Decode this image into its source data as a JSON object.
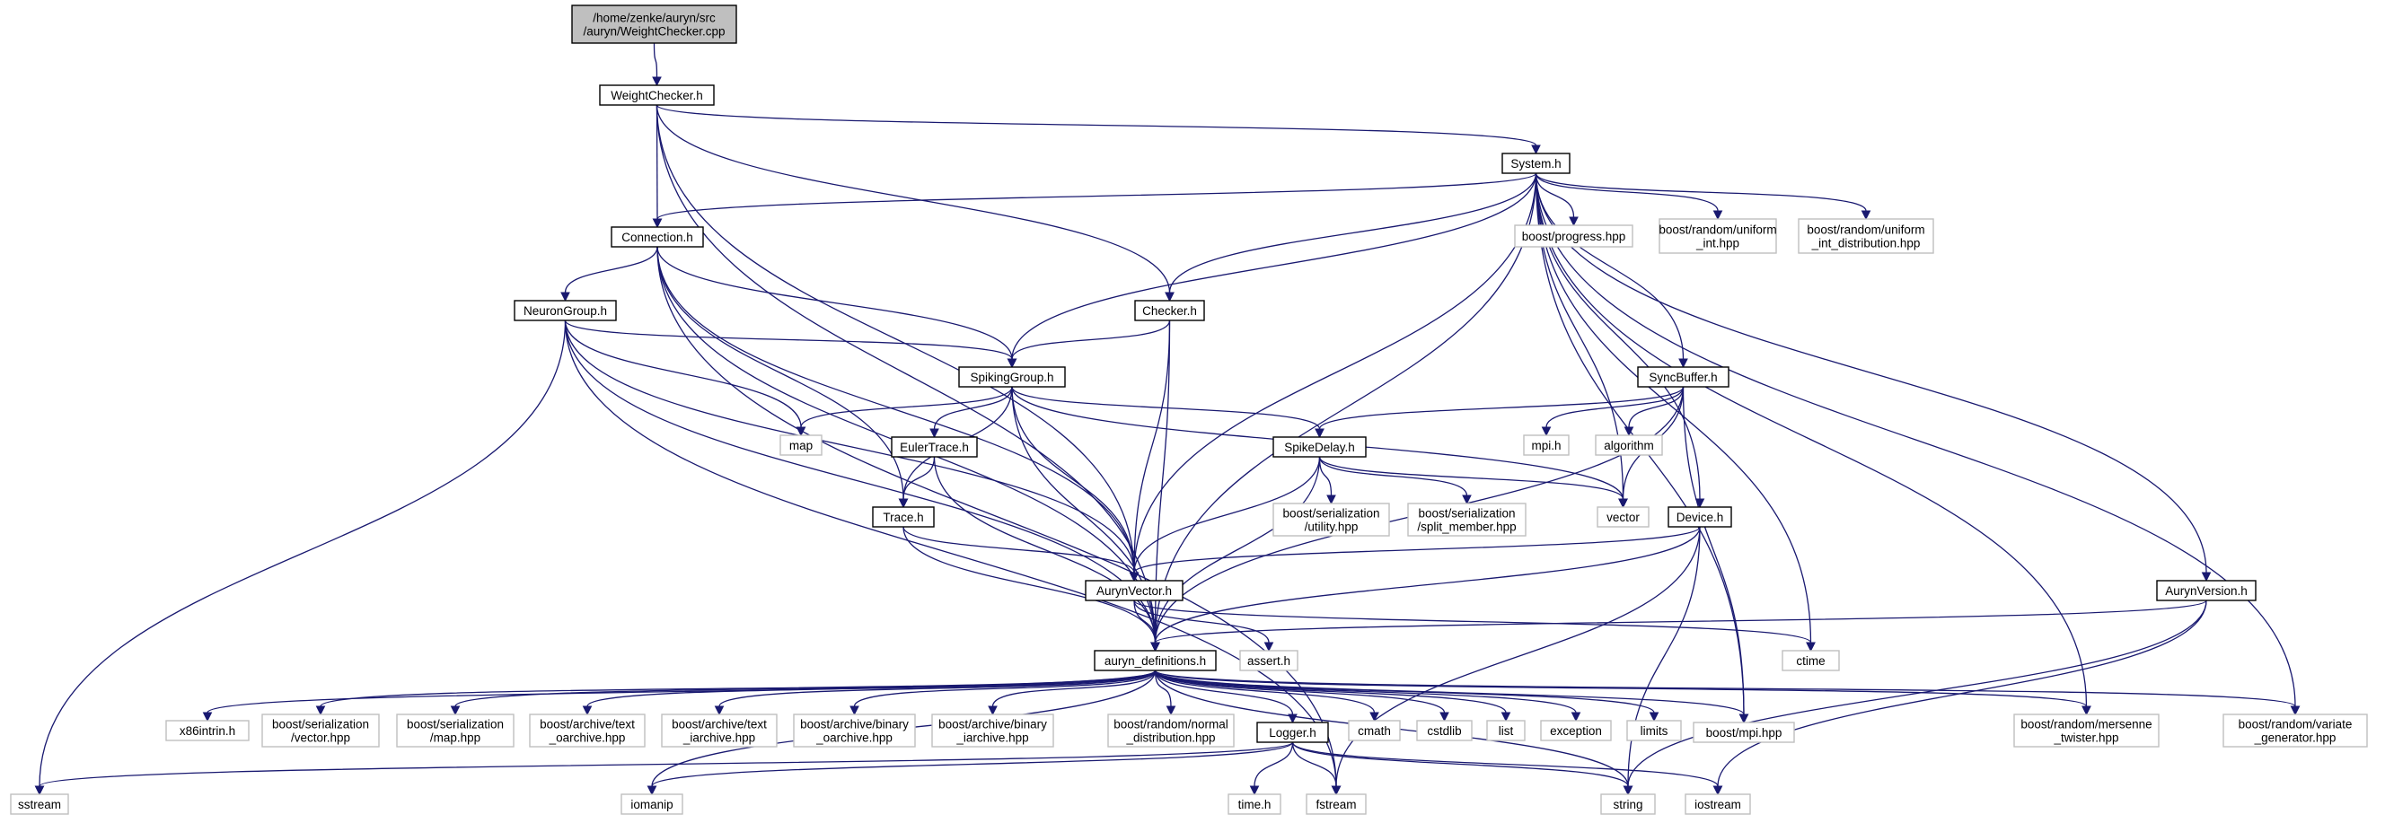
{
  "graph": {
    "nodes": [
      {
        "id": "n_root",
        "name": "weightchecker-cpp-node",
        "lines": [
          "/home/zenke/auryn/src",
          "/auryn/WeightChecker.cpp"
        ],
        "kind": "root"
      },
      {
        "id": "n_wch",
        "name": "weightchecker-h-node",
        "lines": [
          "WeightChecker.h"
        ],
        "kind": "doc"
      },
      {
        "id": "n_sys",
        "name": "system-h-node",
        "lines": [
          "System.h"
        ],
        "kind": "doc"
      },
      {
        "id": "n_conn",
        "name": "connection-h-node",
        "lines": [
          "Connection.h"
        ],
        "kind": "doc"
      },
      {
        "id": "n_ng",
        "name": "neurongroup-h-node",
        "lines": [
          "NeuronGroup.h"
        ],
        "kind": "doc"
      },
      {
        "id": "n_chk",
        "name": "checker-h-node",
        "lines": [
          "Checker.h"
        ],
        "kind": "doc"
      },
      {
        "id": "n_sg",
        "name": "spikinggroup-h-node",
        "lines": [
          "SpikingGroup.h"
        ],
        "kind": "doc"
      },
      {
        "id": "n_et",
        "name": "eulertrace-h-node",
        "lines": [
          "EulerTrace.h"
        ],
        "kind": "doc"
      },
      {
        "id": "n_tr",
        "name": "trace-h-node",
        "lines": [
          "Trace.h"
        ],
        "kind": "doc"
      },
      {
        "id": "n_sd",
        "name": "spikedelay-h-node",
        "lines": [
          "SpikeDelay.h"
        ],
        "kind": "doc"
      },
      {
        "id": "n_sb",
        "name": "syncbuffer-h-node",
        "lines": [
          "SyncBuffer.h"
        ],
        "kind": "doc"
      },
      {
        "id": "n_dev",
        "name": "device-h-node",
        "lines": [
          "Device.h"
        ],
        "kind": "doc"
      },
      {
        "id": "n_av",
        "name": "aurynvector-h-node",
        "lines": [
          "AurynVector.h"
        ],
        "kind": "doc"
      },
      {
        "id": "n_aver",
        "name": "aurynversion-h-node",
        "lines": [
          "AurynVersion.h"
        ],
        "kind": "doc"
      },
      {
        "id": "n_def",
        "name": "auryn-definitions-h-node",
        "lines": [
          "auryn_definitions.h"
        ],
        "kind": "doc"
      },
      {
        "id": "n_log",
        "name": "logger-h-node",
        "lines": [
          "Logger.h"
        ],
        "kind": "doc"
      },
      {
        "id": "n_bprog",
        "name": "boost-progress-node",
        "lines": [
          "boost/progress.hpp"
        ],
        "kind": "ext"
      },
      {
        "id": "n_bui",
        "name": "boost-uniform-int-node",
        "lines": [
          "boost/random/uniform",
          "_int.hpp"
        ],
        "kind": "ext"
      },
      {
        "id": "n_buid",
        "name": "boost-uniform-int-distribution-node",
        "lines": [
          "boost/random/uniform",
          "_int_distribution.hpp"
        ],
        "kind": "ext"
      },
      {
        "id": "n_map",
        "name": "map-node",
        "lines": [
          "map"
        ],
        "kind": "ext"
      },
      {
        "id": "n_mpih",
        "name": "mpi-h-node",
        "lines": [
          "mpi.h"
        ],
        "kind": "ext"
      },
      {
        "id": "n_algo",
        "name": "algorithm-node",
        "lines": [
          "algorithm"
        ],
        "kind": "ext"
      },
      {
        "id": "n_bsu",
        "name": "boost-serialization-utility-node",
        "lines": [
          "boost/serialization",
          "/utility.hpp"
        ],
        "kind": "ext"
      },
      {
        "id": "n_bssm",
        "name": "boost-serialization-split-member-node",
        "lines": [
          "boost/serialization",
          "/split_member.hpp"
        ],
        "kind": "ext"
      },
      {
        "id": "n_vec",
        "name": "vector-node",
        "lines": [
          "vector"
        ],
        "kind": "ext"
      },
      {
        "id": "n_assert",
        "name": "assert-h-node",
        "lines": [
          "assert.h"
        ],
        "kind": "ext"
      },
      {
        "id": "n_ctime",
        "name": "ctime-node",
        "lines": [
          "ctime"
        ],
        "kind": "ext"
      },
      {
        "id": "n_x86",
        "name": "x86intrin-node",
        "lines": [
          "x86intrin.h"
        ],
        "kind": "ext"
      },
      {
        "id": "n_bsv",
        "name": "boost-serialization-vector-node",
        "lines": [
          "boost/serialization",
          "/vector.hpp"
        ],
        "kind": "ext"
      },
      {
        "id": "n_bsmap",
        "name": "boost-serialization-map-node",
        "lines": [
          "boost/serialization",
          "/map.hpp"
        ],
        "kind": "ext"
      },
      {
        "id": "n_bato",
        "name": "boost-archive-text-oarchive-node",
        "lines": [
          "boost/archive/text",
          "_oarchive.hpp"
        ],
        "kind": "ext"
      },
      {
        "id": "n_bati",
        "name": "boost-archive-text-iarchive-node",
        "lines": [
          "boost/archive/text",
          "_iarchive.hpp"
        ],
        "kind": "ext"
      },
      {
        "id": "n_babo",
        "name": "boost-archive-binary-oarchive-node",
        "lines": [
          "boost/archive/binary",
          "_oarchive.hpp"
        ],
        "kind": "ext"
      },
      {
        "id": "n_babi",
        "name": "boost-archive-binary-iarchive-node",
        "lines": [
          "boost/archive/binary",
          "_iarchive.hpp"
        ],
        "kind": "ext"
      },
      {
        "id": "n_brnd",
        "name": "boost-random-normal-distribution-node",
        "lines": [
          "boost/random/normal",
          "_distribution.hpp"
        ],
        "kind": "ext"
      },
      {
        "id": "n_cmath",
        "name": "cmath-node",
        "lines": [
          "cmath"
        ],
        "kind": "ext"
      },
      {
        "id": "n_cstdlib",
        "name": "cstdlib-node",
        "lines": [
          "cstdlib"
        ],
        "kind": "ext"
      },
      {
        "id": "n_list",
        "name": "list-node",
        "lines": [
          "list"
        ],
        "kind": "ext"
      },
      {
        "id": "n_exc",
        "name": "exception-node",
        "lines": [
          "exception"
        ],
        "kind": "ext"
      },
      {
        "id": "n_lim",
        "name": "limits-node",
        "lines": [
          "limits"
        ],
        "kind": "ext"
      },
      {
        "id": "n_bmpi",
        "name": "boost-mpi-node",
        "lines": [
          "boost/mpi.hpp"
        ],
        "kind": "ext"
      },
      {
        "id": "n_bmt",
        "name": "boost-random-mersenne-twister-node",
        "lines": [
          "boost/random/mersenne",
          "_twister.hpp"
        ],
        "kind": "ext"
      },
      {
        "id": "n_bvg",
        "name": "boost-random-variate-generator-node",
        "lines": [
          "boost/random/variate",
          "_generator.hpp"
        ],
        "kind": "ext"
      },
      {
        "id": "n_sstream",
        "name": "sstream-node",
        "lines": [
          "sstream"
        ],
        "kind": "ext"
      },
      {
        "id": "n_iomanip",
        "name": "iomanip-node",
        "lines": [
          "iomanip"
        ],
        "kind": "ext"
      },
      {
        "id": "n_timeh",
        "name": "time-h-node",
        "lines": [
          "time.h"
        ],
        "kind": "ext"
      },
      {
        "id": "n_fstream",
        "name": "fstream-node",
        "lines": [
          "fstream"
        ],
        "kind": "ext"
      },
      {
        "id": "n_string",
        "name": "string-node",
        "lines": [
          "string"
        ],
        "kind": "ext"
      },
      {
        "id": "n_iostream",
        "name": "iostream-node",
        "lines": [
          "iostream"
        ],
        "kind": "ext"
      }
    ],
    "edges": [
      [
        "n_root",
        "n_wch"
      ],
      [
        "n_wch",
        "n_sys"
      ],
      [
        "n_wch",
        "n_conn"
      ],
      [
        "n_wch",
        "n_chk"
      ],
      [
        "n_wch",
        "n_av"
      ],
      [
        "n_wch",
        "n_def"
      ],
      [
        "n_sys",
        "n_conn"
      ],
      [
        "n_sys",
        "n_chk"
      ],
      [
        "n_sys",
        "n_sg"
      ],
      [
        "n_sys",
        "n_av"
      ],
      [
        "n_sys",
        "n_def"
      ],
      [
        "n_sys",
        "n_sb"
      ],
      [
        "n_sys",
        "n_dev"
      ],
      [
        "n_sys",
        "n_aver"
      ],
      [
        "n_sys",
        "n_vec"
      ],
      [
        "n_sys",
        "n_ctime"
      ],
      [
        "n_sys",
        "n_bprog"
      ],
      [
        "n_sys",
        "n_bui"
      ],
      [
        "n_sys",
        "n_buid"
      ],
      [
        "n_sys",
        "n_bmpi"
      ],
      [
        "n_sys",
        "n_bmt"
      ],
      [
        "n_sys",
        "n_bvg"
      ],
      [
        "n_conn",
        "n_ng"
      ],
      [
        "n_conn",
        "n_sg"
      ],
      [
        "n_conn",
        "n_tr"
      ],
      [
        "n_conn",
        "n_av"
      ],
      [
        "n_conn",
        "n_def"
      ],
      [
        "n_conn",
        "n_fstream"
      ],
      [
        "n_ng",
        "n_sg"
      ],
      [
        "n_ng",
        "n_map"
      ],
      [
        "n_ng",
        "n_av"
      ],
      [
        "n_ng",
        "n_def"
      ],
      [
        "n_ng",
        "n_sstream"
      ],
      [
        "n_ng",
        "n_fstream"
      ],
      [
        "n_chk",
        "n_sg"
      ],
      [
        "n_chk",
        "n_av"
      ],
      [
        "n_chk",
        "n_def"
      ],
      [
        "n_sg",
        "n_map"
      ],
      [
        "n_sg",
        "n_et"
      ],
      [
        "n_sg",
        "n_tr"
      ],
      [
        "n_sg",
        "n_sd"
      ],
      [
        "n_sg",
        "n_av"
      ],
      [
        "n_sg",
        "n_def"
      ],
      [
        "n_sg",
        "n_vec"
      ],
      [
        "n_et",
        "n_tr"
      ],
      [
        "n_et",
        "n_def"
      ],
      [
        "n_tr",
        "n_av"
      ],
      [
        "n_tr",
        "n_def"
      ],
      [
        "n_sd",
        "n_bsu"
      ],
      [
        "n_sd",
        "n_bssm"
      ],
      [
        "n_sd",
        "n_vec"
      ],
      [
        "n_sd",
        "n_av"
      ],
      [
        "n_sd",
        "n_def"
      ],
      [
        "n_sb",
        "n_sd"
      ],
      [
        "n_sb",
        "n_mpih"
      ],
      [
        "n_sb",
        "n_algo"
      ],
      [
        "n_sb",
        "n_vec"
      ],
      [
        "n_sb",
        "n_def"
      ],
      [
        "n_sb",
        "n_bmpi"
      ],
      [
        "n_dev",
        "n_av"
      ],
      [
        "n_dev",
        "n_def"
      ],
      [
        "n_dev",
        "n_string"
      ],
      [
        "n_dev",
        "n_fstream"
      ],
      [
        "n_av",
        "n_def"
      ],
      [
        "n_av",
        "n_assert"
      ],
      [
        "n_av",
        "n_ctime"
      ],
      [
        "n_aver",
        "n_def"
      ],
      [
        "n_aver",
        "n_string"
      ],
      [
        "n_aver",
        "n_iostream"
      ],
      [
        "n_def",
        "n_x86"
      ],
      [
        "n_def",
        "n_bsv"
      ],
      [
        "n_def",
        "n_bsmap"
      ],
      [
        "n_def",
        "n_bato"
      ],
      [
        "n_def",
        "n_bati"
      ],
      [
        "n_def",
        "n_babo"
      ],
      [
        "n_def",
        "n_babi"
      ],
      [
        "n_def",
        "n_brnd"
      ],
      [
        "n_def",
        "n_log"
      ],
      [
        "n_def",
        "n_cmath"
      ],
      [
        "n_def",
        "n_cstdlib"
      ],
      [
        "n_def",
        "n_list"
      ],
      [
        "n_def",
        "n_exc"
      ],
      [
        "n_def",
        "n_lim"
      ],
      [
        "n_def",
        "n_bmpi"
      ],
      [
        "n_def",
        "n_bmt"
      ],
      [
        "n_def",
        "n_bvg"
      ],
      [
        "n_def",
        "n_iomanip"
      ],
      [
        "n_def",
        "n_string"
      ],
      [
        "n_log",
        "n_sstream"
      ],
      [
        "n_log",
        "n_iomanip"
      ],
      [
        "n_log",
        "n_timeh"
      ],
      [
        "n_log",
        "n_fstream"
      ],
      [
        "n_log",
        "n_string"
      ],
      [
        "n_log",
        "n_iostream"
      ]
    ]
  }
}
